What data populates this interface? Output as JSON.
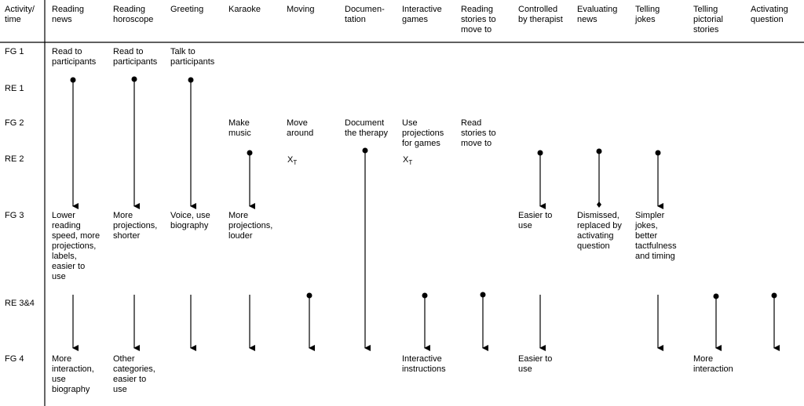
{
  "header": {
    "corner": "Activity/\ntime",
    "columns": [
      "Reading\nnews",
      "Reading\nhoroscope",
      "Greeting",
      "Karaoke",
      "Moving",
      "Documen-\ntation",
      "Interactive\ngames",
      "Reading\nstories to\nmove to",
      "Controlled\nby therapist",
      "Evaluating\nnews",
      "Telling\njokes",
      "Telling\npictorial\nstories",
      "Activating\nquestion"
    ]
  },
  "rows": [
    "FG 1",
    "RE 1",
    "FG 2",
    "RE 2",
    "FG 3",
    "RE 3&4",
    "FG 4"
  ],
  "cells": {
    "fg1_reading_news": "Read to\nparticipants",
    "fg1_reading_horoscope": "Read to\nparticipants",
    "fg1_greeting": "Talk to\nparticipants",
    "fg2_karaoke": "Make\nmusic",
    "fg2_moving": "Move\naround",
    "fg2_documentation": "Document\nthe therapy",
    "fg2_interactive_games": "Use\nprojections\nfor games",
    "fg2_reading_stories": "Read\nstories to\nmove to",
    "re2_moving_mark": "X",
    "re2_moving_sub": "T",
    "re2_games_mark": "X",
    "re2_games_sub": "T",
    "fg3_reading_news": "Lower\nreading\nspeed, more\nprojections,\nlabels,\neasier to\nuse",
    "fg3_reading_horoscope": "More\nprojections,\nshorter",
    "fg3_greeting": "Voice, use\nbiography",
    "fg3_karaoke": "More\nprojections,\nlouder",
    "fg3_controlled": "Easier to\nuse",
    "fg3_evaluating": "Dismissed,\nreplaced by\nactivating\nquestion",
    "fg3_jokes": "Simpler\njokes,\nbetter\ntactfulness\nand timing",
    "fg4_reading_news": "More\ninteraction,\nuse\nbiography",
    "fg4_reading_horoscope": "Other\ncategories,\neasier to\nuse",
    "fg4_interactive_games": "Interactive\ninstructions",
    "fg4_controlled": "Easier to\nuse",
    "fg4_pictorial": "More\ninteraction"
  }
}
